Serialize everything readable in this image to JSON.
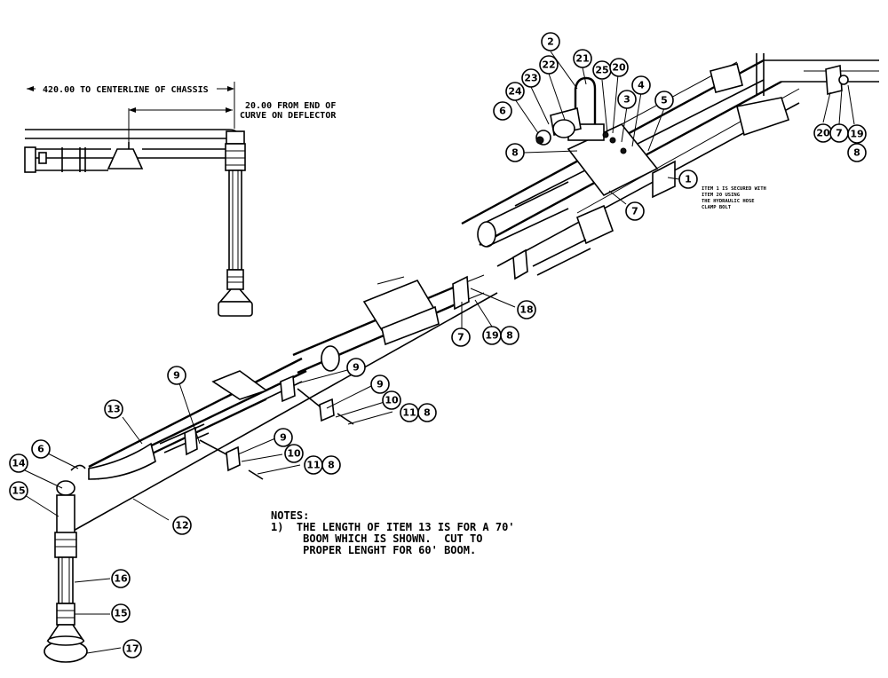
{
  "dimensions": {
    "centerline": "420.00 TO CENTERLINE OF CHASSIS",
    "curve_line1": "20.00 FROM END OF",
    "curve_line2": "CURVE ON DEFLECTOR"
  },
  "item_note": {
    "line1": "ITEM 1 IS SECURED WITH",
    "line2": "ITEM 20 USING",
    "line3": "THE HYDRAULIC HOSE",
    "line4": "CLAMP BOLT"
  },
  "notes": {
    "heading": "NOTES:",
    "line1": "1)  THE LENGTH OF ITEM 13 IS FOR A 70'",
    "line2": "     BOOM WHICH IS SHOWN.  CUT TO",
    "line3": "     PROPER LENGHT FOR 60' BOOM."
  },
  "callouts": [
    {
      "label": "2"
    },
    {
      "label": "21"
    },
    {
      "label": "22"
    },
    {
      "label": "23"
    },
    {
      "label": "25"
    },
    {
      "label": "20"
    },
    {
      "label": "24"
    },
    {
      "label": "6"
    },
    {
      "label": "3"
    },
    {
      "label": "4"
    },
    {
      "label": "5"
    },
    {
      "label": "8"
    },
    {
      "label": "1"
    },
    {
      "label": "7"
    },
    {
      "label": "20"
    },
    {
      "label": "7"
    },
    {
      "label": "19"
    },
    {
      "label": "8"
    },
    {
      "label": "18"
    },
    {
      "label": "7"
    },
    {
      "label": "19"
    },
    {
      "label": "8"
    },
    {
      "label": "9"
    },
    {
      "label": "9"
    },
    {
      "label": "9"
    },
    {
      "label": "10"
    },
    {
      "label": "11"
    },
    {
      "label": "8"
    },
    {
      "label": "13"
    },
    {
      "label": "9"
    },
    {
      "label": "10"
    },
    {
      "label": "11"
    },
    {
      "label": "8"
    },
    {
      "label": "6"
    },
    {
      "label": "14"
    },
    {
      "label": "15"
    },
    {
      "label": "12"
    },
    {
      "label": "16"
    },
    {
      "label": "15"
    },
    {
      "label": "17"
    }
  ]
}
